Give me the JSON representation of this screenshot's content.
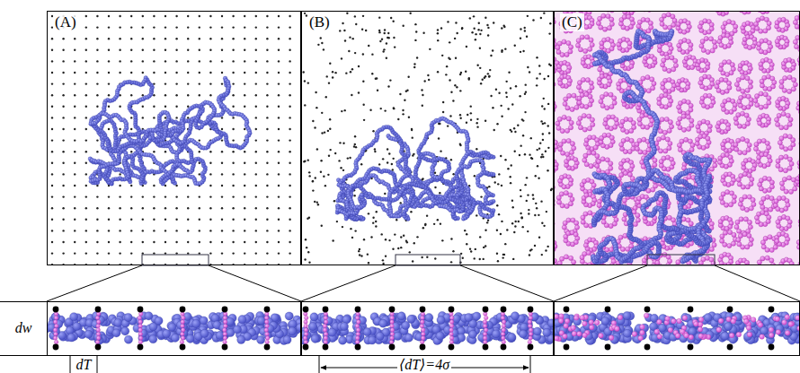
{
  "diagram": {
    "nodes": [
      {
        "text": [
          "(A)"
        ]
      },
      {
        "text": [
          "(B)"
        ]
      },
      {
        "text": [
          "(C)"
        ]
      }
    ],
    "labels": [
      "dw",
      "dT",
      "⟨dT⟩=4σ"
    ]
  }
}
